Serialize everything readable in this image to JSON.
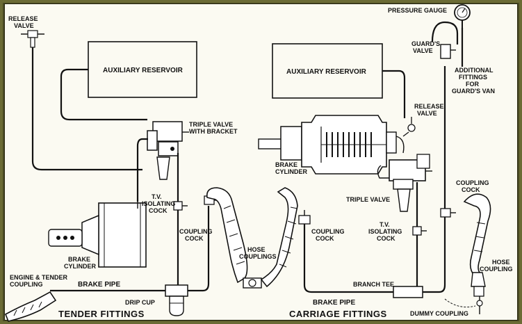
{
  "labels": {
    "release_valve_left": [
      "RELEASE",
      "VALVE"
    ],
    "aux_reservoir_left": "AUXILIARY RESERVOIR",
    "aux_reservoir_right": "AUXILIARY RESERVOIR",
    "triple_valve_bracket": [
      "TRIPLE VALVE",
      "WITH BRACKET"
    ],
    "pressure_gauge": "PRESSURE GAUGE",
    "guards_valve": [
      "GUARD'S",
      "VALVE"
    ],
    "additional_fittings": [
      "ADDITIONAL",
      "FITTINGS",
      "FOR",
      "GUARD'S VAN"
    ],
    "release_valve_right": [
      "RELEASE",
      "VALVE"
    ],
    "brake_cylinder_right": [
      "BRAKE",
      "CYLINDER"
    ],
    "tv_isolating_left": [
      "T.V.",
      "ISOLATING",
      "COCK"
    ],
    "coupling_cock_left": [
      "COUPLING",
      "COCK"
    ],
    "hose_couplings": [
      "HOSE",
      "COUPLINGS"
    ],
    "coupling_cock_mid": [
      "COUPLING",
      "COCK"
    ],
    "triple_valve_right": "TRIPLE VALVE",
    "tv_isolating_right": [
      "T.V.",
      "ISOLATING",
      "COCK"
    ],
    "coupling_cock_right": [
      "COUPLING",
      "COCK"
    ],
    "hose_coupling_right": [
      "HOSE",
      "COUPLING"
    ],
    "brake_cylinder_left": [
      "BRAKE",
      "CYLINDER"
    ],
    "engine_tender_coupling": [
      "ENGINE & TENDER",
      "COUPLING"
    ],
    "brake_pipe_left": "BRAKE PIPE",
    "drip_cup": "DRIP CUP",
    "branch_tee": "BRANCH TEE",
    "brake_pipe_right": "BRAKE PIPE",
    "dummy_coupling": "DUMMY COUPLING",
    "tender_fittings": "TENDER FITTINGS",
    "carriage_fittings": "CARRIAGE FITTINGS"
  }
}
